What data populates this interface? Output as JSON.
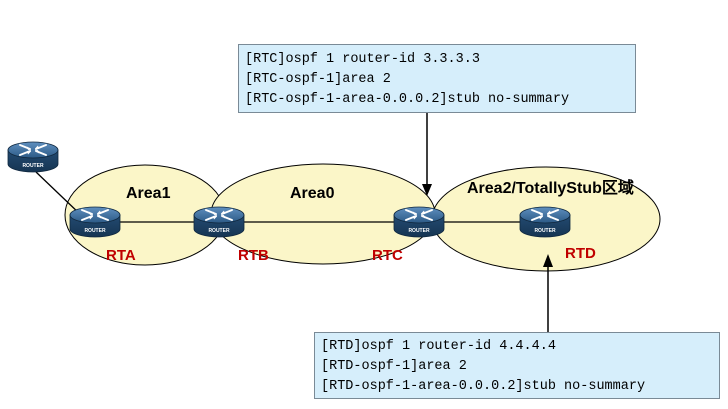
{
  "areas": [
    {
      "id": "area1",
      "label": "Area1"
    },
    {
      "id": "area0",
      "label": "Area0"
    },
    {
      "id": "area2",
      "label": "Area2/TotallyStub区域"
    }
  ],
  "routers": [
    {
      "id": "external",
      "name": "",
      "tag": "ROUTER"
    },
    {
      "id": "rta",
      "name": "RTA",
      "tag": "ROUTER"
    },
    {
      "id": "rtb",
      "name": "RTB",
      "tag": "ROUTER"
    },
    {
      "id": "rtc",
      "name": "RTC",
      "tag": "ROUTER"
    },
    {
      "id": "rtd",
      "name": "RTD",
      "tag": "ROUTER"
    }
  ],
  "config_rtc": {
    "lines": [
      "[RTC]ospf 1 router-id 3.3.3.3",
      "[RTC-ospf-1]area 2",
      "[RTC-ospf-1-area-0.0.0.2]stub no-summary"
    ]
  },
  "config_rtd": {
    "lines": [
      "[RTD]ospf 1 router-id 4.4.4.4",
      "[RTD-ospf-1]area 2",
      "[RTD-ospf-1-area-0.0.0.2]stub no-summary"
    ]
  },
  "colors": {
    "area_fill": "#fbf6c8",
    "router_label": "#c00000",
    "config_bg": "#d6eefb",
    "router_body": "#2e5f8c"
  }
}
